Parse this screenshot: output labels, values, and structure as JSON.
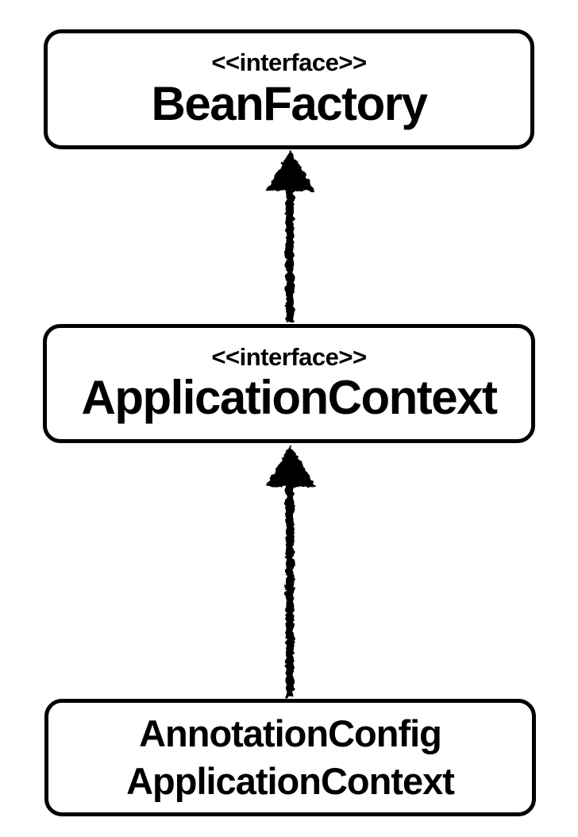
{
  "diagram": {
    "type": "uml-class-hierarchy",
    "colors": {
      "background": "#ffffff",
      "stroke": "#000000",
      "text": "#000000"
    },
    "nodes": [
      {
        "stereotype": "<<interface>>",
        "lines": [
          "BeanFactory"
        ]
      },
      {
        "stereotype": "<<interface>>",
        "lines": [
          "ApplicationContext"
        ]
      },
      {
        "stereotype": "",
        "lines": [
          "AnnotationConfig",
          "ApplicationContext"
        ]
      }
    ],
    "edges": [
      {
        "from": "ApplicationContext",
        "to": "BeanFactory",
        "type": "generalization",
        "arrowhead": "filled-triangle-up"
      },
      {
        "from": "AnnotationConfigApplicationContext",
        "to": "ApplicationContext",
        "type": "generalization",
        "arrowhead": "filled-triangle-up"
      }
    ]
  }
}
